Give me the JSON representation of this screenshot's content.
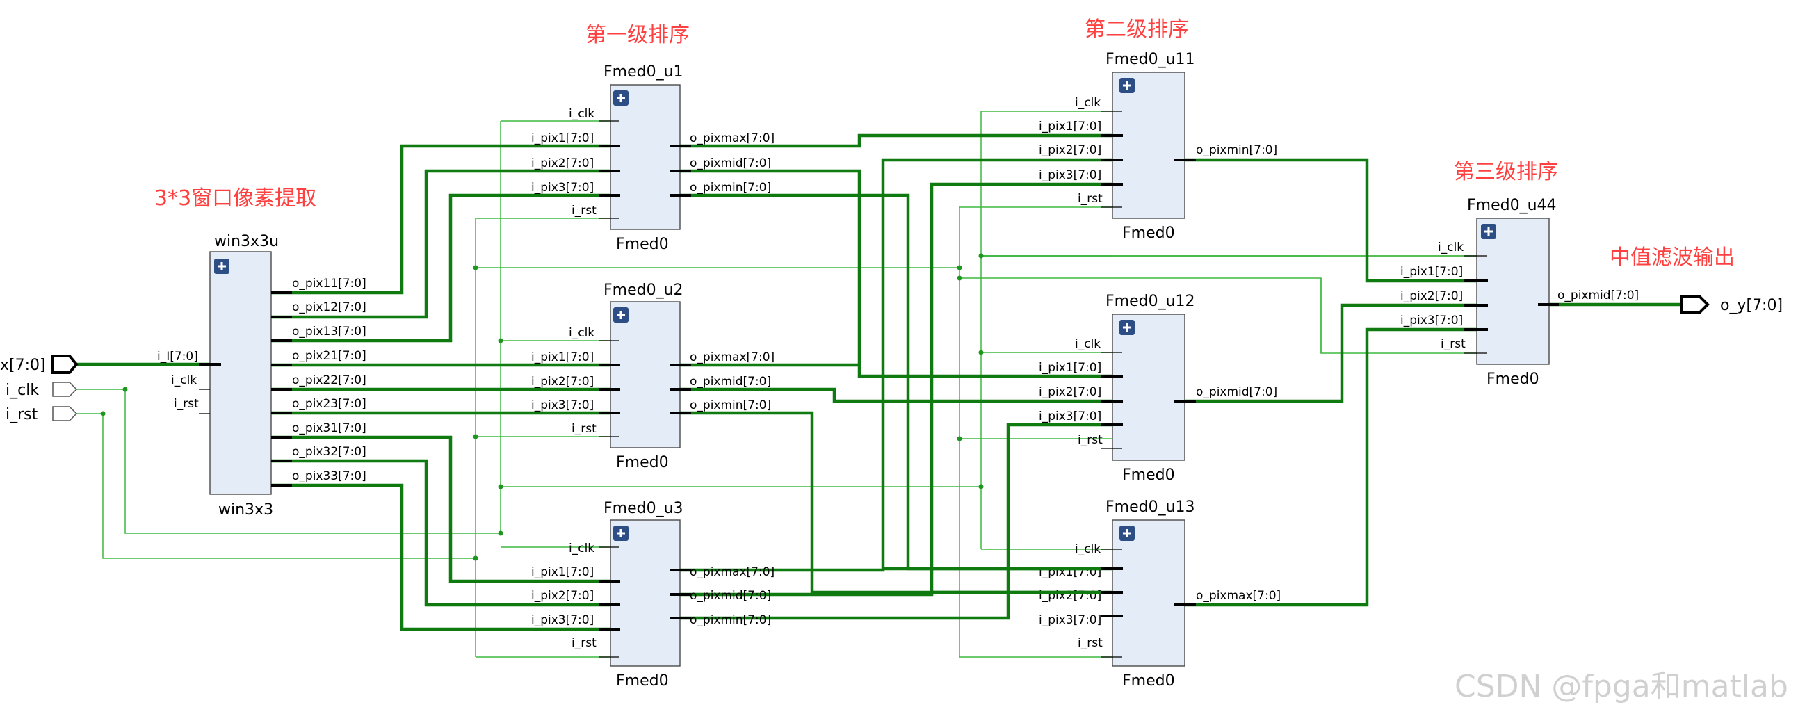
{
  "stage_labels": {
    "win": "3*3窗口像素提取",
    "stage1": "第一级排序",
    "stage2": "第二级排序",
    "stage3": "第三级排序",
    "output": "中值滤波输出"
  },
  "top_ports": {
    "in_data": "x[7:0]",
    "in_clk": "i_clk",
    "in_rst": "i_rst",
    "out": "o_y[7:0]"
  },
  "win": {
    "instance": "win3x3u",
    "cell": "win3x3",
    "inputs": [
      "i_I[7:0]",
      "i_clk",
      "i_rst"
    ],
    "outputs": [
      "o_pix11[7:0]",
      "o_pix12[7:0]",
      "o_pix13[7:0]",
      "o_pix21[7:0]",
      "o_pix22[7:0]",
      "o_pix23[7:0]",
      "o_pix31[7:0]",
      "o_pix32[7:0]",
      "o_pix33[7:0]"
    ]
  },
  "blocks": [
    {
      "instance": "Fmed0_u1",
      "cell": "Fmed0",
      "inputs": [
        "i_clk",
        "i_pix1[7:0]",
        "i_pix2[7:0]",
        "i_pix3[7:0]",
        "i_rst"
      ],
      "outputs": [
        "o_pixmax[7:0]",
        "o_pixmid[7:0]",
        "o_pixmin[7:0]"
      ]
    },
    {
      "instance": "Fmed0_u2",
      "cell": "Fmed0",
      "inputs": [
        "i_clk",
        "i_pix1[7:0]",
        "i_pix2[7:0]",
        "i_pix3[7:0]",
        "i_rst"
      ],
      "outputs": [
        "o_pixmax[7:0]",
        "o_pixmid[7:0]",
        "o_pixmin[7:0]"
      ]
    },
    {
      "instance": "Fmed0_u3",
      "cell": "Fmed0",
      "inputs": [
        "i_clk",
        "i_pix1[7:0]",
        "i_pix2[7:0]",
        "i_pix3[7:0]",
        "i_rst"
      ],
      "outputs": [
        "o_pixmax[7:0]",
        "o_pixmid[7:0]",
        "o_pixmin[7:0]"
      ]
    },
    {
      "instance": "Fmed0_u11",
      "cell": "Fmed0",
      "inputs": [
        "i_clk",
        "i_pix1[7:0]",
        "i_pix2[7:0]",
        "i_pix3[7:0]",
        "i_rst"
      ],
      "outputs": [
        "o_pixmin[7:0]"
      ]
    },
    {
      "instance": "Fmed0_u12",
      "cell": "Fmed0",
      "inputs": [
        "i_clk",
        "i_pix1[7:0]",
        "i_pix2[7:0]",
        "i_pix3[7:0]",
        "i_rst"
      ],
      "outputs": [
        "o_pixmid[7:0]"
      ]
    },
    {
      "instance": "Fmed0_u13",
      "cell": "Fmed0",
      "inputs": [
        "i_clk",
        "i_pix1[7:0]",
        "i_pix2[7:0]",
        "i_pix3[7:0]",
        "i_rst"
      ],
      "outputs": [
        "o_pixmax[7:0]"
      ]
    },
    {
      "instance": "Fmed0_u44",
      "cell": "Fmed0",
      "inputs": [
        "i_clk",
        "i_pix1[7:0]",
        "i_pix2[7:0]",
        "i_pix3[7:0]",
        "i_rst"
      ],
      "outputs": [
        "o_pixmid[7:0]"
      ]
    }
  ],
  "watermark": "CSDN @fpga和matlab",
  "colors": {
    "bus": "#0f7a0f",
    "signal": "#3fb83f",
    "block_fill": "#e4ecf7",
    "stage_text": "#ff4040",
    "expand_icon": "#2c4e85"
  }
}
